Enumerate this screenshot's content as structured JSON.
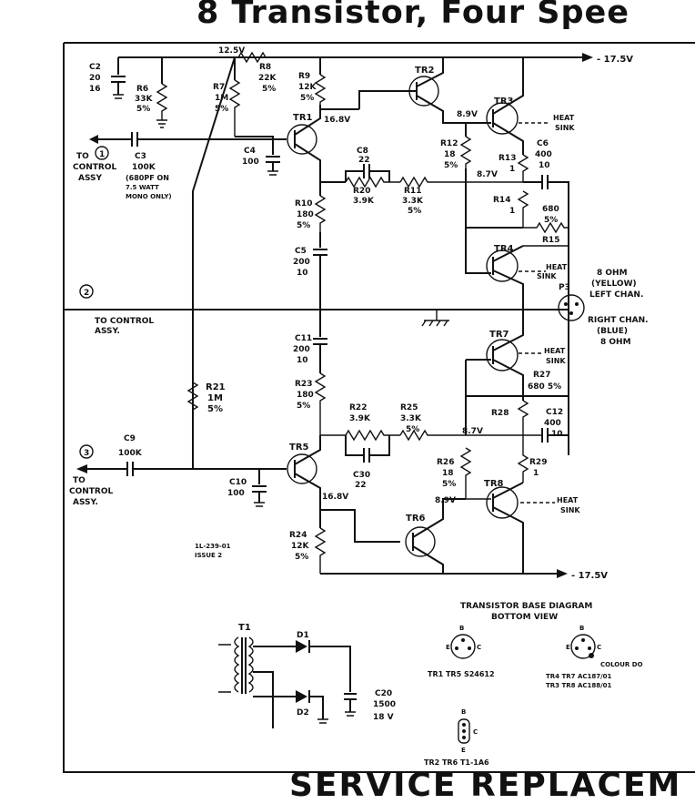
{
  "title": "8 Transistor, Four Spee",
  "footer": "SERVICE REPLACEM",
  "terminals": {
    "t1": "1",
    "t1_label1": "TO",
    "t1_label2": "CONTROL",
    "t1_label3": "ASSY",
    "t2": "2",
    "t2_label1": "TO CONTROL",
    "t2_label2": "ASSY.",
    "t3": "3",
    "t3_label1": "TO",
    "t3_label2": "CONTROL",
    "t3_label3": "ASSY."
  },
  "rails": {
    "top_neg": "- 17.5V",
    "bottom_neg": "- 17.5V",
    "v12": "12.5V",
    "v168a": "16.8V",
    "v89a": "8.9V",
    "v87a": "8.7V",
    "v87b": "8.7V",
    "v89b": "8.9V",
    "v168b": "16.8V"
  },
  "components": {
    "c2": [
      "C2",
      "20",
      "16"
    ],
    "r6": [
      "R6",
      "33K",
      "5%"
    ],
    "r7": [
      "R7",
      "1M",
      "5%"
    ],
    "r8": [
      "R8",
      "22K",
      "5%"
    ],
    "r9": [
      "R9",
      "12K",
      "5%"
    ],
    "c3": [
      "C3",
      "100K",
      "(680PF ON",
      "7.5 WATT",
      "MONO ONLY)"
    ],
    "c4": [
      "C4",
      "100"
    ],
    "c8": [
      "C8",
      "22"
    ],
    "r20": [
      "R20",
      "3.9K"
    ],
    "r11": [
      "R11",
      "3.3K",
      "5%"
    ],
    "r10": [
      "R10",
      "180",
      "5%"
    ],
    "c5": [
      "C5",
      "200",
      "10"
    ],
    "r12": [
      "R12",
      "18",
      "5%"
    ],
    "r13": [
      "R13",
      "1"
    ],
    "c6": [
      "C6",
      "400",
      "10"
    ],
    "r14": [
      "R14",
      "1"
    ],
    "r680a": [
      "680",
      "5%"
    ],
    "r15": [
      "R15"
    ],
    "c11": [
      "C11",
      "200",
      "10"
    ],
    "r23": [
      "R23",
      "180",
      "5%"
    ],
    "r21": [
      "R21",
      "1M",
      "5%"
    ],
    "r22": [
      "R22",
      "3.9K"
    ],
    "r25": [
      "R25",
      "3.3K",
      "5%"
    ],
    "r28": [
      "R28"
    ],
    "c12": [
      "C12",
      "400",
      "10"
    ],
    "r27": [
      "R27",
      "680 5%"
    ],
    "c9": [
      "C9",
      "100K"
    ],
    "c10": [
      "C10",
      "100"
    ],
    "c30": [
      "C30",
      "22"
    ],
    "r26": [
      "R26",
      "18",
      "5%"
    ],
    "r29": [
      "R29",
      "1"
    ],
    "r24": [
      "R24",
      "12K",
      "5%"
    ],
    "c20": [
      "C20",
      "1500",
      "18 V"
    ],
    "t1x": "T1",
    "d1": "D1",
    "d2": "D2",
    "p3": "P3"
  },
  "transistors": {
    "tr1": "TR1",
    "tr2": "TR2",
    "tr3": "TR3",
    "tr4": "TR4",
    "tr5": "TR5",
    "tr6": "TR6",
    "tr7": "TR7",
    "tr8": "TR8"
  },
  "heat_sink": [
    "HEAT",
    "SINK"
  ],
  "speaker": {
    "left1": "8 OHM",
    "left2": "(YELLOW)",
    "left3": "LEFT CHAN.",
    "right1": "RIGHT CHAN.",
    "right2": "(BLUE)",
    "right3": "8 OHM"
  },
  "drawing_no": [
    "1L-239-01",
    "ISSUE 2"
  ],
  "base_diagram": {
    "title1": "TRANSISTOR  BASE DIAGRAM",
    "title2": "BOTTOM  VIEW",
    "pins": {
      "b": "B",
      "e": "E",
      "c": "C"
    },
    "colour_dot": "COLOUR DO",
    "type1": "TR1  TR5  S24612",
    "type2a": "TR4  TR7  AC187/01",
    "type2b": "TR3  TR8  AC188/01",
    "type3": "TR2  TR6  T1-1A6"
  }
}
